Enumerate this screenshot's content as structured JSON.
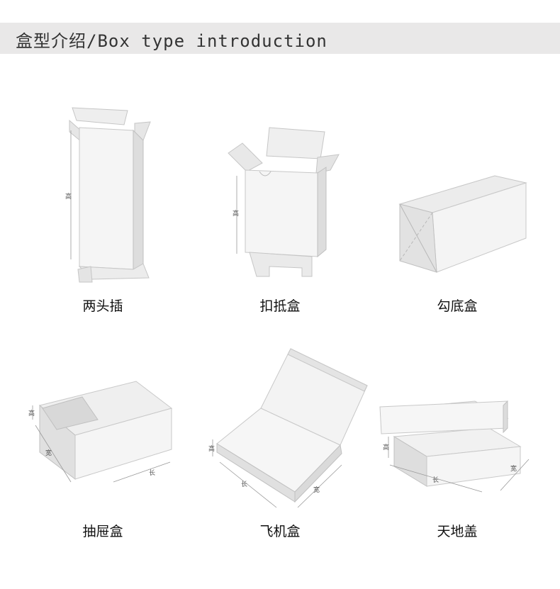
{
  "header": {
    "title": "盒型介绍/Box type introduction"
  },
  "boxes": [
    {
      "label": "两头插",
      "dims": {
        "height": "高"
      }
    },
    {
      "label": "扣抵盒",
      "dims": {
        "height": "高"
      }
    },
    {
      "label": "勾底盒"
    },
    {
      "label": "抽屉盒",
      "dims": {
        "height": "高",
        "width": "宽",
        "length": "长"
      }
    },
    {
      "label": "飞机盒",
      "dims": {
        "height": "高",
        "width": "宽",
        "length": "长"
      }
    },
    {
      "label": "天地盖",
      "dims": {
        "height": "高",
        "width": "宽",
        "length": "长"
      }
    }
  ],
  "colors": {
    "header_bg": "#e9e8e8",
    "box_face": "#f4f4f4",
    "box_shade": "#dcdcdc",
    "box_edge": "#bcbcbc"
  }
}
